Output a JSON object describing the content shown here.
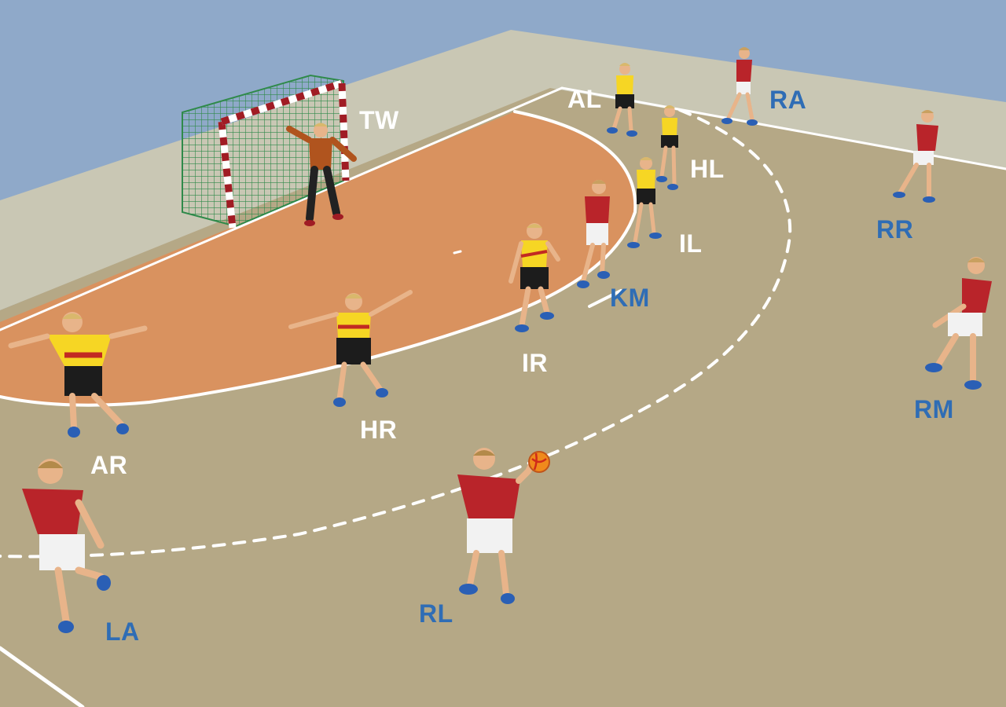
{
  "colors": {
    "sky": "#8fa9c9",
    "wall": "#c9c7b4",
    "court": "#b5a886",
    "goal_area": "#d9925f",
    "lines": "#ffffff",
    "net": "#2f8a4a",
    "post_red": "#a01c24",
    "goalkeeper_kit": "#b0541e",
    "defense_jersey": "#f6d624",
    "defense_sash": "#c22a22",
    "defense_shorts": "#1c1c1c",
    "attack_jersey": "#b9242a",
    "attack_shorts": "#f2f2f2",
    "shoes": "#2a5fb5",
    "skin": "#e8b48a",
    "hair": "#d9b86c",
    "ball": "#f08a1c",
    "defense_label": "#ffffff",
    "attack_label": "#2f6db5"
  },
  "goalkeeper": {
    "label": "TW"
  },
  "defense": [
    {
      "id": "AL",
      "label": "AL"
    },
    {
      "id": "HL",
      "label": "HL"
    },
    {
      "id": "IL",
      "label": "IL"
    },
    {
      "id": "IR",
      "label": "IR"
    },
    {
      "id": "HR",
      "label": "HR"
    },
    {
      "id": "AR",
      "label": "AR"
    }
  ],
  "attack": [
    {
      "id": "RA",
      "label": "RA"
    },
    {
      "id": "RR",
      "label": "RR"
    },
    {
      "id": "KM",
      "label": "KM"
    },
    {
      "id": "RM",
      "label": "RM"
    },
    {
      "id": "RL",
      "label": "RL"
    },
    {
      "id": "LA",
      "label": "LA"
    }
  ],
  "ball_holder": "RL"
}
